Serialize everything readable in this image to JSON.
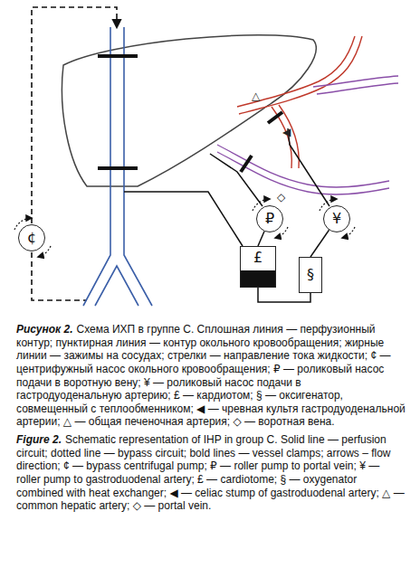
{
  "diagram": {
    "nodes": [
      {
        "text": [
          "¢"
        ]
      },
      {
        "text": [
          "₽"
        ]
      },
      {
        "text": [
          "¥"
        ]
      },
      {
        "text": [
          "£"
        ]
      },
      {
        "text": [
          "§"
        ]
      }
    ],
    "edges": [
      {
        "from": 3,
        "to": 1,
        "arrow": "none"
      },
      {
        "from": 4,
        "to": 2,
        "arrow": "none"
      },
      {
        "from": 3,
        "to": 4,
        "arrow": "none"
      }
    ],
    "labels": [
      "△",
      "◀",
      "◇",
      "Рисунок 2.",
      "Схема ИХП в группе С. Сплошная линия — перфузионный контур; пунктирная линия — контур окольного кровообращения; жирные линии — зажимы на сосудах; стрелки — направление тока жидкости; ¢ — центрифужный насос окольного кровообращения; ₽ — роликовый насос подачи в воротную вену; ¥ — роликовый насос подачи в гастродуоденальную артерию; £ — кардиотом; § — оксигенатор, совмещенный с теплообменником; ◀ — чревная культя гастродуоденальной артерии; △ — общая печеночная артерия; ◇ — воротная вена.",
      "Figure 2.",
      "Schematic representation of IHP in group C. Solid line — perfusion circuit; dotted line — bypass circuit; bold lines — vessel clamps; arrows – flow direction; ¢ — bypass centrifugal pump; ₽ — roller pump to portal vein; ¥ — roller pump to gastroduodenal artery; £ — cardiotome; § — oxygenator combined with heat exchanger; ◀ — celiac stump of gastroduodenal artery; △ — common hepatic artery; ◇ — portal vein."
    ]
  }
}
